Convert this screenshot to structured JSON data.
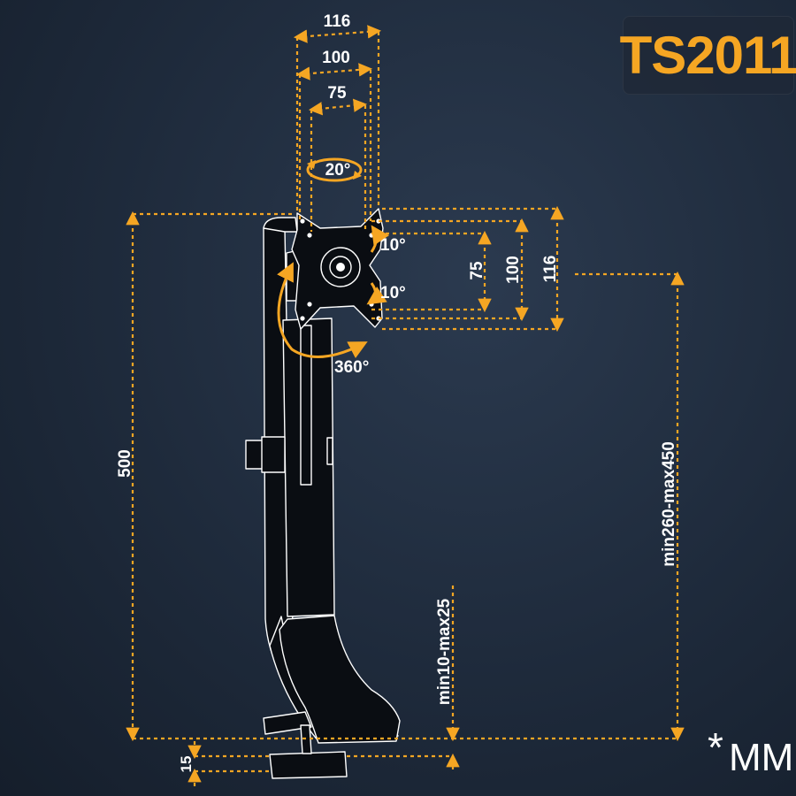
{
  "product": {
    "model": "TS2011"
  },
  "units": {
    "star": "*",
    "label": "MM"
  },
  "dimensions": {
    "width_116": "116",
    "width_100": "100",
    "width_75": "75",
    "swivel": "20°",
    "tilt_up": "10°",
    "tilt_down": "10°",
    "rotation": "360°",
    "height_75": "75",
    "height_100": "100",
    "height_116": "116",
    "total_height": "500",
    "adjust_height": "min260-max450",
    "clamp_thickness": "min10-max25",
    "clamp_lip": "15"
  },
  "colors": {
    "accent": "#f5a623",
    "outline": "#0a0d12",
    "background": "#1e2a3b"
  }
}
